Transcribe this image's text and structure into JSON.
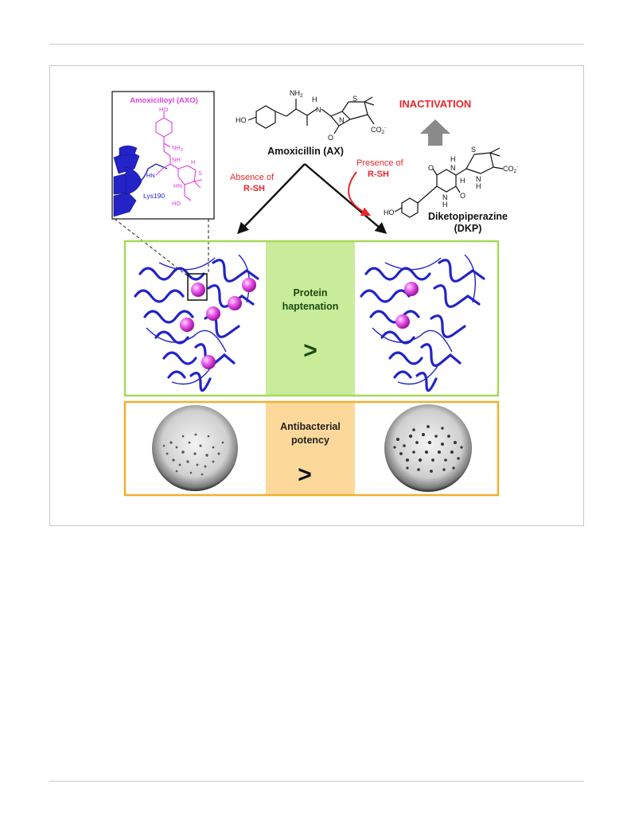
{
  "inset": {
    "title": "Amoxicilloyl (AXO)",
    "ho": "HO",
    "nh2": "NH",
    "nh2_sub": "2",
    "nh_amide": "NH",
    "hn": "HN",
    "h": "H",
    "s": "S",
    "hn_ring": "HN",
    "cooh": "HO",
    "residue": "Lys190"
  },
  "amoxicillin": {
    "name": "Amoxicillin",
    "abbr": "(AX)",
    "ho": "HO",
    "nh2": "NH",
    "nh2_sub": "2",
    "h": "H",
    "n_amide": "N",
    "s": "S",
    "n_ring": "N",
    "o": "O",
    "co2": "CO",
    "co2_sub": "2",
    "co2_sup": "-"
  },
  "inactivation": "INACTIVATION",
  "absence": {
    "line1": "Absence of",
    "line2": "R-SH"
  },
  "presence": {
    "line1": "Presence of",
    "line2": "R-SH"
  },
  "dkp": {
    "name": "Diketopiperazine",
    "abbr": "(DKP)",
    "ho": "HO",
    "o_top": "O",
    "o_bottom": "O",
    "nh_top": "H",
    "n_top": "N",
    "nh_bottom": "N",
    "h_bottom": "H",
    "h_mid": "H",
    "s": "S",
    "nh_ring": "N",
    "h_ring": "H",
    "co2": "CO",
    "co2_sub": "2",
    "co2_sup": "-"
  },
  "haptenation": {
    "line1": "Protein",
    "line2": "haptenation",
    "symbol": ">"
  },
  "potency": {
    "line1": "Antibacterial",
    "line2": "potency",
    "symbol": ">"
  },
  "colors": {
    "protein": "#2323c8",
    "hapten": "#e040e0",
    "green_frame": "#a8d85a",
    "green_fill": "#c9ec9a",
    "orange_frame": "#f0b030",
    "orange_fill": "#fcd99a",
    "red": "#e8262b"
  }
}
